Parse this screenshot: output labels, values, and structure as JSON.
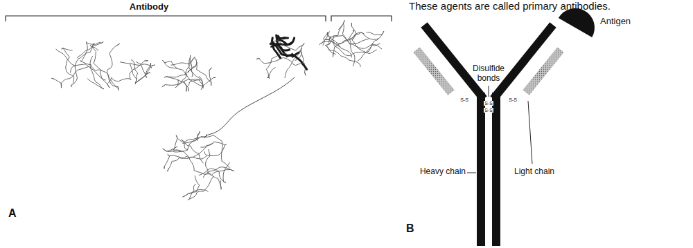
{
  "diagram": {
    "labels": [
      "These agents are called primary antibodies.",
      "Antibody",
      "A",
      "Disulfide bonds",
      "S-S",
      "S-S",
      "S-S",
      "S-S",
      "Heavy chain",
      "Light chain",
      "B",
      "Antigen"
    ]
  }
}
